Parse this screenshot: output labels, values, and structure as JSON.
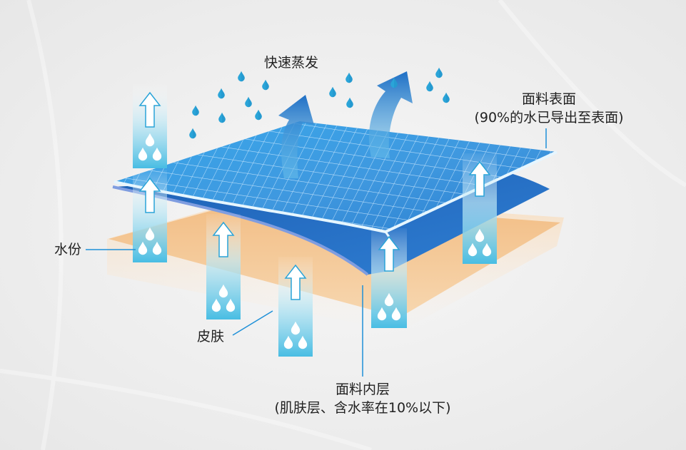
{
  "labels": {
    "evaporation": "快速蒸发",
    "surface_title": "面料表面",
    "surface_note": "(90%的水已导出至表面)",
    "moisture": "水份",
    "skin": "皮肤",
    "inner_title": "面料内层",
    "inner_note": "(肌肤层、含水率在10%以下)"
  },
  "colors": {
    "skin": "#f2c089",
    "fabric_blue": "#3a9fe0",
    "fabric_dark": "#2f6fc0",
    "arrow_cyan": "#4dc2e3",
    "drop": "#2aa4d8",
    "leader": "#1e90d8"
  },
  "icons": [
    "water-drop-icon",
    "up-arrow-icon",
    "evaporation-arrow-icon"
  ]
}
